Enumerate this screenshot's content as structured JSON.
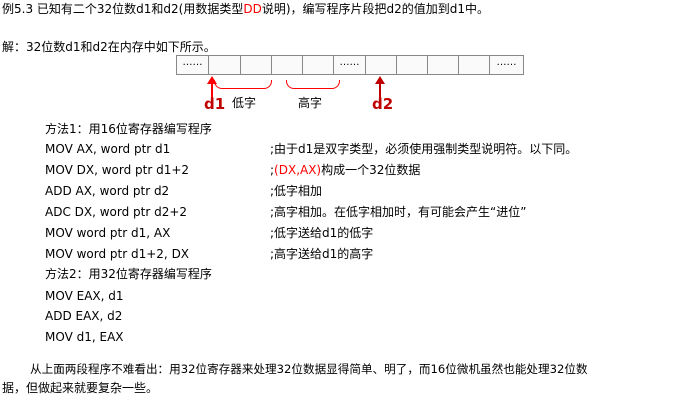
{
  "title_pre": "例5.3 已知有二个32位数d1和d2(用数据类型",
  "title_dd": "DD",
  "title_post": "说明)，编写程序片段把d2的值加到d1中。",
  "solution_intro": "解：32位数d1和d2在内存中如下所示。",
  "memory": {
    "dots": "……",
    "label_d1": "d1",
    "label_d2": "d2",
    "label_low": "低字",
    "label_high": "高字"
  },
  "method1_heading": "方法1：用16位寄存器编写程序",
  "method1": [
    {
      "instr": "MOV  AX, word ptr d1",
      "comment": ";由于d1是双字类型，必须使用强制类型说明符。以下同。"
    },
    {
      "instr": "MOV  DX, word ptr d1+2",
      "comment_pre": ";",
      "comment_red": "(DX,AX)",
      "comment_post": "构成一个32位数据"
    },
    {
      "instr": "ADD  AX, word ptr d2",
      "comment": ";低字相加"
    },
    {
      "instr": "ADC  DX, word ptr d2+2",
      "comment": ";高字相加。在低字相加时，有可能会产生“进位”"
    },
    {
      "instr": "MOV  word ptr d1, AX",
      "comment": ";低字送给d1的低字"
    },
    {
      "instr": "MOV  word ptr d1+2, DX",
      "comment": ";高字送给d1的高字"
    }
  ],
  "method2_heading": "方法2：用32位寄存器编写程序",
  "method2": [
    "MOV  EAX, d1",
    "ADD  EAX, d2",
    "MOV  d1, EAX"
  ],
  "conclusion_line1": "从上面两段程序不难看出：用32位寄存器来处理32位数据显得简单、明了，而16位微机虽然也能处理32位数",
  "conclusion_line2": "据，但做起来就要复杂一些。",
  "colors": {
    "accent_red": "#ff0000",
    "label_red": "#c00000"
  }
}
